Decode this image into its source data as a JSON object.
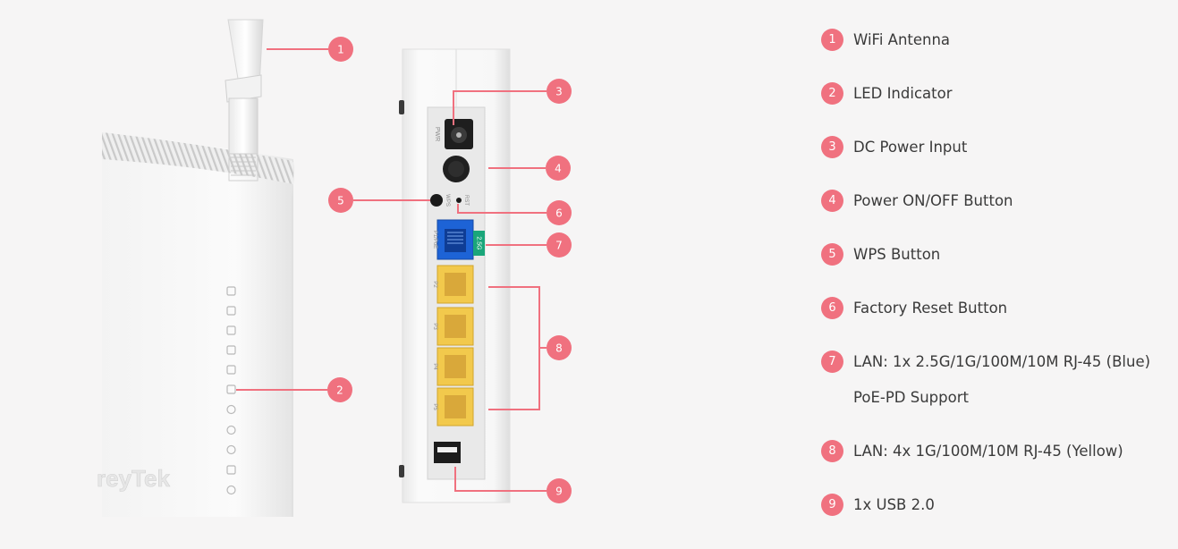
{
  "device": {
    "brand_fragment": "reyTek",
    "rear_labels": {
      "pwr": "PWR",
      "rst": "RST",
      "wps": "WPS",
      "p1_poe": "P1/PoE",
      "badge_25g": "2.5G",
      "p2": "P2",
      "p3": "P3",
      "p4": "P4",
      "p5": "P5"
    }
  },
  "callouts": [
    "1",
    "2",
    "3",
    "4",
    "5",
    "6",
    "7",
    "8",
    "9"
  ],
  "legend": [
    {
      "num": "1",
      "text": "WiFi Antenna"
    },
    {
      "num": "2",
      "text": "LED Indicator"
    },
    {
      "num": "3",
      "text": "DC Power Input"
    },
    {
      "num": "4",
      "text": "Power ON/OFF Button"
    },
    {
      "num": "5",
      "text": "WPS Button"
    },
    {
      "num": "6",
      "text": "Factory Reset Button"
    },
    {
      "num": "7",
      "text": "LAN: 1x 2.5G/1G/100M/10M RJ-45 (Blue)",
      "text2": "PoE-PD Support"
    },
    {
      "num": "8",
      "text": "LAN: 4x 1G/100M/10M RJ-45 (Yellow)"
    },
    {
      "num": "9",
      "text": "1x USB 2.0"
    }
  ],
  "colors": {
    "accent": "#f0717f",
    "background": "#f6f5f5",
    "lan_blue": "#1d63d6",
    "lan_yellow": "#f2c94c",
    "badge_green": "#1aa67a"
  }
}
